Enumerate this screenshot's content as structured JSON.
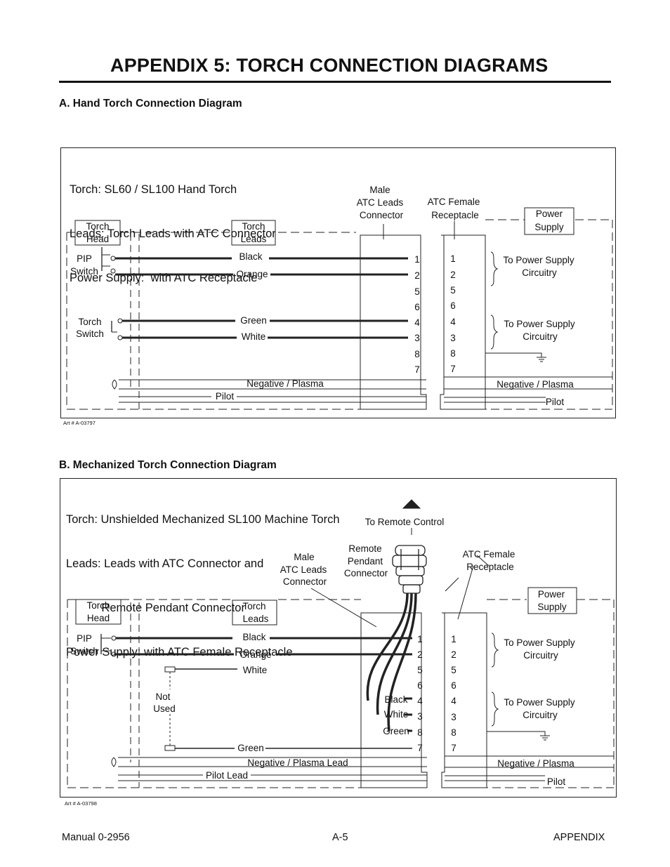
{
  "page_title": "APPENDIX 5:  TORCH CONNECTION DIAGRAMS",
  "section_a": {
    "heading": "A.  Hand Torch Connection Diagram",
    "spec_lines": [
      "Torch: SL60 / SL100 Hand Torch",
      "Leads: Torch Leads with ATC Connector",
      "Power Supply:  with ATC Receptacle"
    ],
    "labels": {
      "torch_head": [
        "Torch",
        "Head"
      ],
      "torch_leads": [
        "Torch",
        "Leads"
      ],
      "power_supply": [
        "Power",
        "Supply"
      ],
      "male_atc": [
        "Male",
        "ATC Leads",
        "Connector"
      ],
      "atc_female": [
        "ATC Female",
        "Receptacle"
      ],
      "pip_switch": [
        "PIP",
        "Switch"
      ],
      "torch_switch": [
        "Torch",
        "Switch"
      ],
      "to_ps_1": [
        "To Power Supply",
        "Circuitry"
      ],
      "to_ps_2": [
        "To Power Supply",
        "Circuitry"
      ]
    },
    "wires": [
      "Black",
      "Orange",
      "Green",
      "White"
    ],
    "male_pins": [
      "1",
      "2",
      "5",
      "6",
      "4",
      "3",
      "8",
      "7"
    ],
    "female_pins": [
      "1",
      "2",
      "5",
      "6",
      "4",
      "3",
      "8",
      "7"
    ],
    "neg_left": "Negative / Plasma",
    "neg_right": "Negative / Plasma",
    "pilot_left": "Pilot",
    "pilot_right": "Pilot",
    "art_number": "Art # A-03797"
  },
  "section_b": {
    "heading": "B.  Mechanized Torch Connection Diagram",
    "spec_lines": [
      "Torch: Unshielded Mechanized SL100 Machine Torch",
      "Leads: Leads with ATC Connector and",
      "           Remote Pendant Connector",
      "Power Supply: with ATC Female Receptacle"
    ],
    "labels": {
      "torch_head": [
        "Torch",
        "Head"
      ],
      "torch_leads": [
        "Torch",
        "Leads"
      ],
      "power_supply": [
        "Power",
        "Supply"
      ],
      "male_atc": [
        "Male",
        "ATC Leads",
        "Connector"
      ],
      "remote_pendant": [
        "Remote",
        "Pendant",
        "Connector"
      ],
      "atc_female": [
        "ATC Female",
        "Receptacle"
      ],
      "to_remote": "To Remote Control",
      "pip_switch": [
        "PIP",
        "Switch"
      ],
      "not_used": [
        "Not",
        "Used"
      ],
      "to_ps_1": [
        "To Power Supply",
        "Circuitry"
      ],
      "to_ps_2": [
        "To Power Supply",
        "Circuitry"
      ]
    },
    "wires": [
      "Black",
      "Orange",
      "White",
      "Green"
    ],
    "pendant_wires": [
      "Black",
      "White",
      "Green"
    ],
    "male_pins": [
      "1",
      "2",
      "5",
      "6",
      "4",
      "3",
      "8",
      "7"
    ],
    "female_pins": [
      "1",
      "2",
      "5",
      "6",
      "4",
      "3",
      "8",
      "7"
    ],
    "neg_left": "Negative / Plasma Lead",
    "neg_right": "Negative / Plasma",
    "pilot_left": "Pilot Lead",
    "pilot_right": "Pilot",
    "art_number": "Art # A-03798"
  },
  "footer": {
    "left": "Manual 0-2956",
    "center": "A-5",
    "right": "APPENDIX"
  }
}
